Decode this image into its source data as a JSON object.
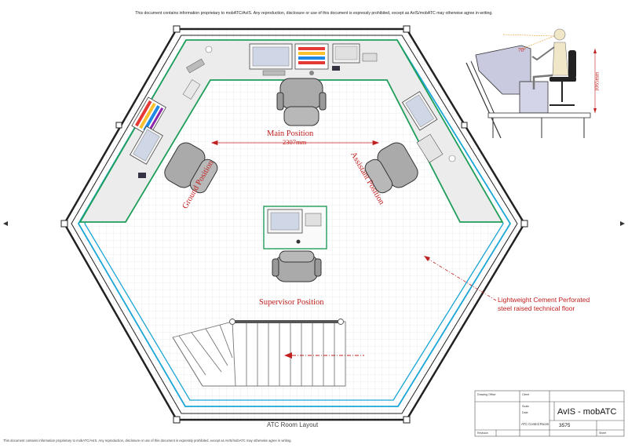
{
  "notices": {
    "top": "This document contains information proprietary to mobATC/AvIS. Any reproduction, disclosure or use of this document is expressly prohibited, except as AvIS/mobATC may otherwise agree in writing.",
    "bottom": "This document contains information proprietary to mobATC/AvIS. Any reproduction, disclosure or use of this document is expressly prohibited, except as AvIS/mobATC may otherwise agree in writing."
  },
  "positions": {
    "main": "Main Position",
    "ground": "Ground Position",
    "assistant": "Assistant Position",
    "supervisor": "Supervisor Position"
  },
  "dimensions": {
    "desk_width": "2307mm",
    "desk_height": "1065mm",
    "reach_angle": "70°"
  },
  "floor_note": {
    "line1": "Lightweight Cement Perforated",
    "line2": "steel raised technical floor"
  },
  "layout_title": "ATC Room Layout",
  "title_block": {
    "project": "AvIS - mobATC",
    "drawing_number": "3575",
    "drawing_title": "ATC Control Room",
    "small_cells": [
      "Drawing Office",
      "Client",
      "Scale",
      "Date",
      "Revision",
      "Sheet"
    ]
  },
  "colors": {
    "desk_outline": "#1f9e5a",
    "inner_ring": "#1aa6d6",
    "wall": "#222222",
    "label_red": "#c02020",
    "desk_fill": "#ececec",
    "figure_fill": "#c9c9e0"
  }
}
